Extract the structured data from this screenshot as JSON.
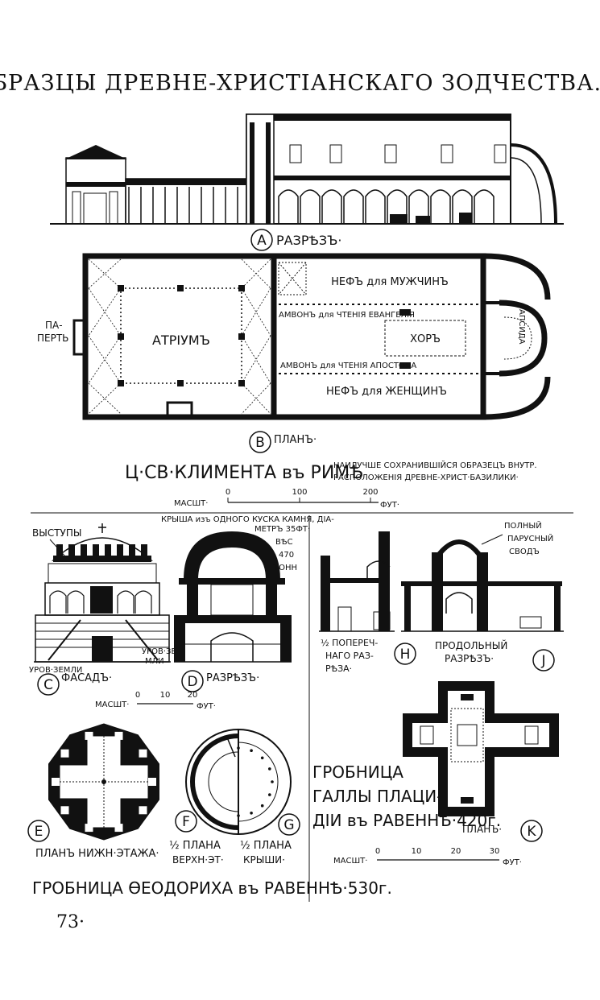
{
  "page": {
    "title": "ОБРАЗЦЫ ДРЕВНЕ-ХРИСТІАНСКАГО ЗОДЧЕСТВА. I.",
    "page_number": "73·"
  },
  "clement": {
    "section": {
      "letter": "A",
      "label": "РАЗРѢЗЪ·"
    },
    "plan": {
      "letter": "B",
      "label": "ПЛАНЪ·",
      "parvis": [
        "ПА-",
        "ПЕРТЬ"
      ],
      "atrium": "АТРІУМЪ",
      "nave_men": "НЕФЪ для МУЖЧИНЪ",
      "ambo_gospel": "АМВОНЪ для ЧТЕНІЯ ЕВАНГЕЛІЯ",
      "choir": "ХОРЪ",
      "ambo_apostle": "АМВОНЪ для ЧТЕНІЯ АПОСТОЛА",
      "nave_women": "НЕФЪ для ЖЕНЩИНЪ",
      "apse": "АПСИДА"
    },
    "caption": "Ц·СВ·КЛИМЕНТА въ РИМѢ",
    "caption_note": [
      "НАИЛУЧШЕ СОХРАНИВШІЙСЯ ОБРАЗЕЦЪ ВНУТР.",
      "РАСПОЛОЖЕНІЯ ДРЕВНЕ-ХРИСТ·БАЗИЛИКИ·"
    ],
    "scale": {
      "label": "МАСШТ·",
      "ticks": [
        "0",
        "100",
        "200"
      ],
      "unit": "ФУТ·"
    }
  },
  "theodoric": {
    "facade": {
      "letter": "C",
      "label": "ФАСАДЪ·",
      "projections": "ВЫСТУПЫ",
      "ground_level": "УРОВ·ЗЕМЛИ",
      "ground_level_right": [
        "УРОВ·ЗЕ-",
        "МЛИ"
      ]
    },
    "section": {
      "letter": "D",
      "label": "РАЗРѢЗЪ·",
      "roof_note": [
        "КРЫША изъ ОДНОГО КУСКА КАМНЯ, ДІА-",
        "МЕТРЪ 35ФТ·",
        "ВѢС",
        "470",
        "ТОНН"
      ]
    },
    "scale": {
      "label": "МАСШТ·",
      "ticks": [
        "0",
        "10",
        "20"
      ],
      "unit": "ФУТ·"
    },
    "plan_lower": {
      "letter": "E",
      "label": "ПЛАНЪ НИЖН·ЭТАЖА·"
    },
    "plan_upper": {
      "letter": "F",
      "label": [
        "½ ПЛАНА",
        "ВЕРХН·ЭТ·"
      ]
    },
    "plan_roof": {
      "letter": "G",
      "label": [
        "½ ПЛАНА",
        "КРЫШИ·"
      ]
    },
    "caption": "ГРОБНИЦА ѲЕОДОРИХА въ РАВЕННѢ·530г."
  },
  "galla": {
    "cross_half": {
      "letter": "H",
      "label": [
        "½ ПОПЕРЕЧ-",
        "НАГО РАЗ-",
        "РѢЗА·"
      ]
    },
    "long_section": {
      "letter": "J",
      "label": [
        "ПРОДОЛЬНЫЙ",
        "РАЗРѢЗЪ·"
      ],
      "vault_note": [
        "ПОЛНЫЙ",
        "ПАРУСНЫЙ",
        "СВОДЪ"
      ]
    },
    "plan": {
      "letter": "K",
      "label": "ПЛАНЪ·"
    },
    "caption": [
      "ГРОБНИЦА",
      "ГАЛЛЫ ПЛАЦИ-",
      "ДІИ въ РАВЕННѢ·420г."
    ],
    "scale": {
      "label": "МАСШТ·",
      "ticks": [
        "0",
        "10",
        "20",
        "30"
      ],
      "unit": "ФУТ·"
    }
  }
}
